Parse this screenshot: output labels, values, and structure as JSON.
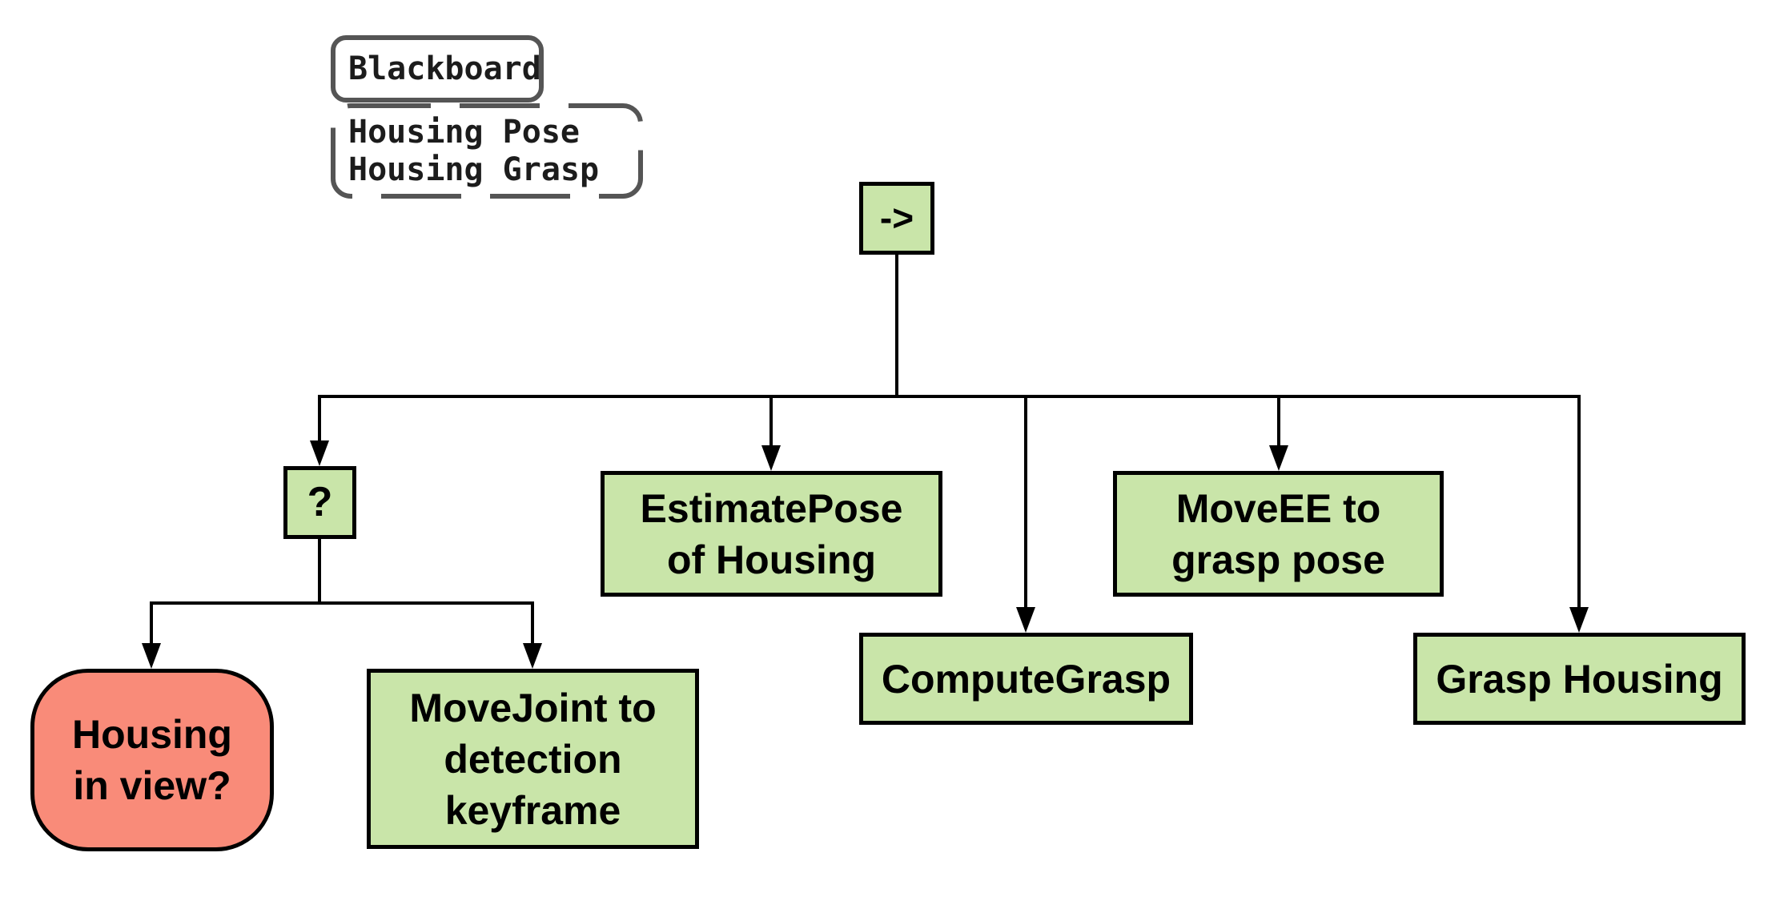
{
  "diagram": {
    "title": "behavior-tree",
    "blackboard": {
      "title": "Blackboard",
      "entries": [
        "Housing Pose",
        "Housing Grasp"
      ]
    },
    "nodes": {
      "root": {
        "label": "->",
        "type": "sequence"
      },
      "fallback": {
        "label": "?",
        "type": "fallback"
      },
      "estimate_pose": {
        "label": "EstimatePose\nof Housing",
        "type": "action"
      },
      "move_ee": {
        "label": "MoveEE to\ngrasp pose",
        "type": "action"
      },
      "compute_grasp": {
        "label": "ComputeGrasp",
        "type": "action"
      },
      "grasp_housing": {
        "label": "Grasp Housing",
        "type": "action"
      },
      "housing_in_view": {
        "label": "Housing\nin view?",
        "type": "condition"
      },
      "move_joint": {
        "label": "MoveJoint to\ndetection\nkeyframe",
        "type": "action"
      }
    },
    "colors": {
      "action_green": "#c9e5a9",
      "condition_salmon": "#f98b79",
      "node_border": "#000000",
      "blackboard_border": "#555555",
      "background": "#ffffff"
    }
  }
}
